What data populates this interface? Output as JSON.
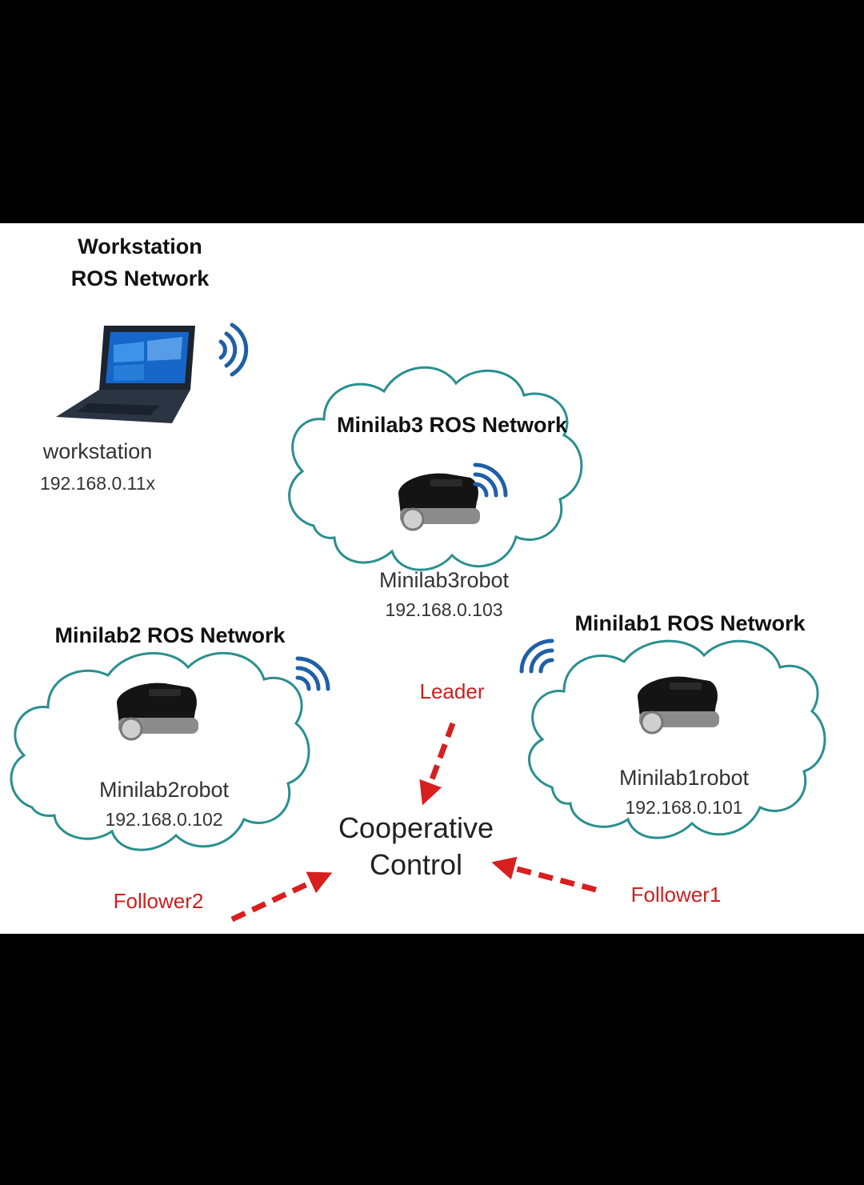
{
  "workstation": {
    "title_line1": "Workstation",
    "title_line2": "ROS Network",
    "name": "workstation",
    "ip": "192.168.0.11x"
  },
  "minilab3": {
    "title": "Minilab3 ROS Network",
    "robot": "Minilab3robot",
    "ip": "192.168.0.103",
    "role": "Leader"
  },
  "minilab2": {
    "title": "Minilab2 ROS Network",
    "robot": "Minilab2robot",
    "ip": "192.168.0.102",
    "role": "Follower2"
  },
  "minilab1": {
    "title": "Minilab1 ROS Network",
    "robot": "Minilab1robot",
    "ip": "192.168.0.101",
    "role": "Follower1"
  },
  "center": {
    "line1": "Cooperative",
    "line2": "Control"
  },
  "colors": {
    "cloud": "#2a8f8f",
    "wifi": "#1f5fa8",
    "arrow": "#d81f1f",
    "role_text": "#cc1f1f"
  },
  "icons": [
    "laptop-icon",
    "wifi-icon",
    "robot-icon",
    "cloud-icon",
    "dashed-arrow-icon"
  ]
}
